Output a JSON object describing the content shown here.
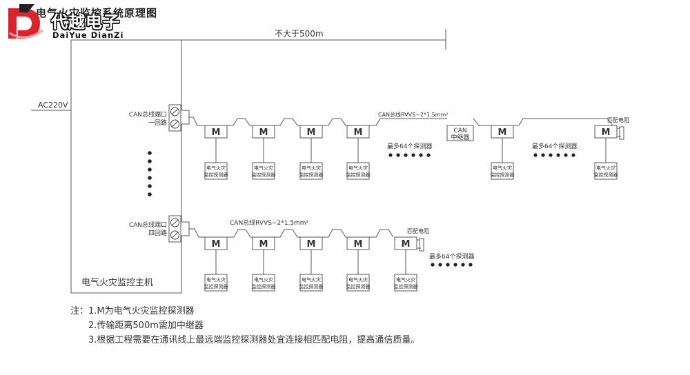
{
  "title": "电气火灾监控系统原理图",
  "logo": {
    "text_cn": "代越电子",
    "text_en": "DaiYue DianZi",
    "brand_red": "#d9232d",
    "brand_dark": "#222222"
  },
  "power_label": "AC220V",
  "distance_label": "不大于500m",
  "host_label": "电气火灾监控主机",
  "port1_label": [
    "CAN总线端口",
    "一回路"
  ],
  "port4_label": [
    "CAN总线端口",
    "四回路"
  ],
  "bus_label_top": "CAN总线RVVS−2*1.5mm²",
  "bus_label_bottom": "CAN总线RVVS−2*1.5mm²",
  "repeater_label": [
    "CAN",
    "中继器"
  ],
  "terminator_label": "匹配电阻",
  "module_symbol": "M",
  "detector_label": [
    "电气火灾",
    "监控探测器"
  ],
  "max_label": "最多64个探测器",
  "notes": [
    "注：1.M为电气火灾监控探测器",
    "2.传输距离500m需加中继器",
    "3.根据工程需要在通讯线上最远端监控探测器处宜连接相匹配电阻，提高通信质量。"
  ],
  "colors": {
    "line": "#555555",
    "text": "#333333",
    "dot": "#222222"
  }
}
